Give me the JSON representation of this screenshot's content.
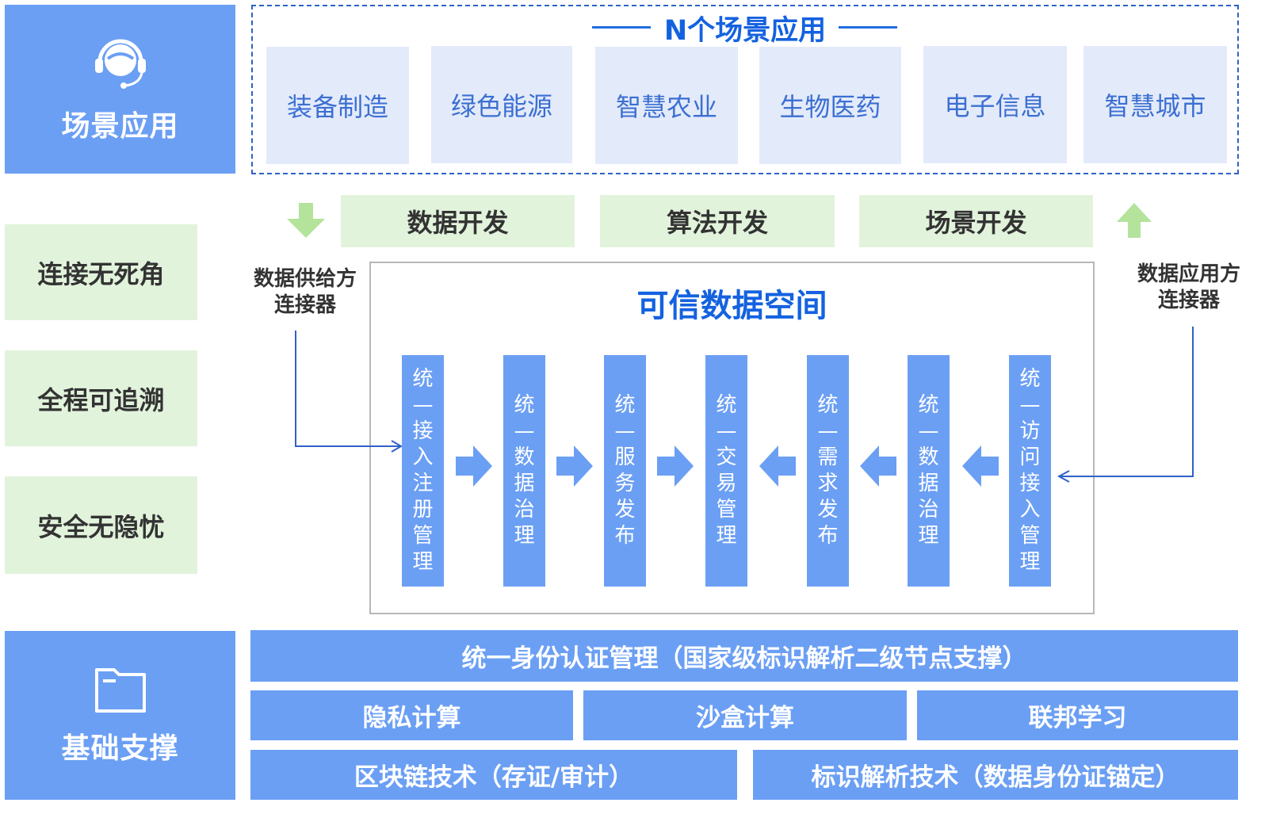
{
  "scene_panel": {
    "label": "场景应用",
    "icon": "headset-icon"
  },
  "scene_header": {
    "title": "N个场景应用"
  },
  "scenes": [
    "装备制造",
    "绿色能源",
    "智慧农业",
    "生物医药",
    "电子信息",
    "智慧城市"
  ],
  "dev_tags": [
    "数据开发",
    "算法开发",
    "场景开发"
  ],
  "features": [
    "连接无死角",
    "全程可追溯",
    "安全无隐忧"
  ],
  "provider_connector": {
    "line1": "数据供给方",
    "line2": "连接器"
  },
  "consumer_connector": {
    "line1": "数据应用方",
    "line2": "连接器"
  },
  "trusted_space": {
    "title": "可信数据空间"
  },
  "pillars": [
    "统一接入注册管理",
    "统一数据治理",
    "统一服务发布",
    "统一交易管理",
    "统一需求发布",
    "统一数据治理",
    "统一访问接入管理"
  ],
  "base_panel": {
    "label": "基础支撑",
    "icon": "folder-icon"
  },
  "base_bars": {
    "identity": "统一身份认证管理（国家级标识解析二级节点支撑）",
    "privacy": "隐私计算",
    "sandbox": "沙盒计算",
    "federated": "联邦学习",
    "blockchain": "区块链技术（存证/审计）",
    "identifier": "标识解析技术（数据身份证锚定）"
  },
  "colors": {
    "blue_panel": "#6b9ff4",
    "title_blue": "#1462e0",
    "card_bg": "#e3eafa",
    "green_bg": "#e2f3dc",
    "green_arrow": "#b4e39b"
  }
}
